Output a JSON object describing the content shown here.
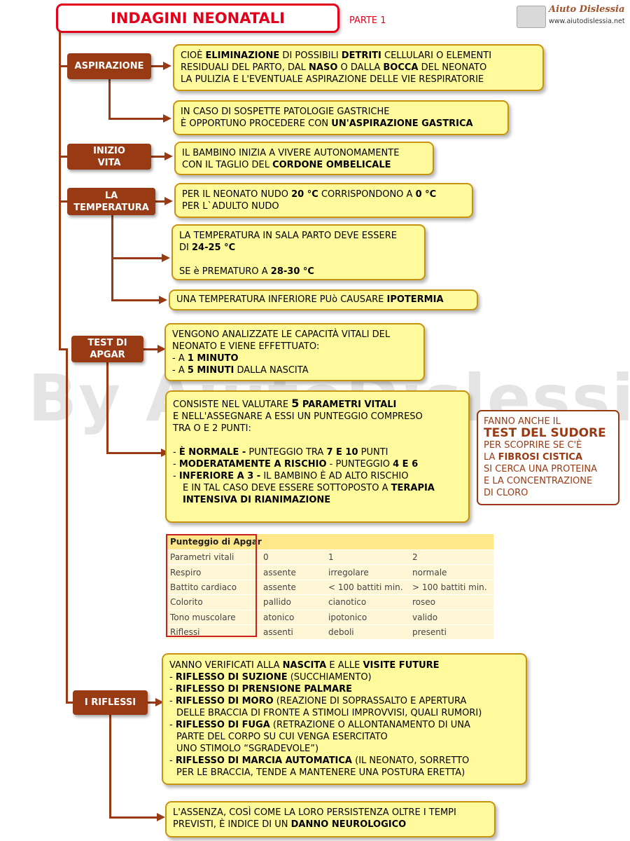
{
  "header": {
    "title": "INDAGINI NEONATALI",
    "part": "PARTE 1"
  },
  "logo": {
    "name": "Aiuto Dislessia",
    "url": "www.aiutodislessia.net"
  },
  "watermark": "By AiutoDislessia.net",
  "topics": {
    "aspirazione": "ASPIRAZIONE",
    "inizio_vita_1": "INIZIO",
    "inizio_vita_2": "VITA",
    "temperatura_1": "LA",
    "temperatura_2": "TEMPERATURA",
    "apgar_1": "TEST DI",
    "apgar_2": "APGAR",
    "riflessi": "I RIFLESSI"
  },
  "aspirazione": {
    "box1": {
      "l1a": "CIOÈ ",
      "l1b": "ELIMINAZIONE",
      "l1c": " DI POSSIBILI ",
      "l1d": "DETRITI",
      "l1e": " CELLULARI O ELEMENTI",
      "l2a": "RESIDUALI DEL PARTO, DAL ",
      "l2b": "NASO",
      "l2c": " O DALLA ",
      "l2d": "BOCCA",
      "l2e": " DEL NEONATO",
      "l3": "LA PULIZIA E L'EVENTUALE ASPIRAZIONE DELLE VIE RESPIRATORIE"
    },
    "box2": {
      "l1": "IN CASO DI SOSPETTE PATOLOGIE GASTRICHE",
      "l2a": "È OPPORTUNO PROCEDERE CON ",
      "l2b": "UN'ASPIRAZIONE GASTRICA"
    }
  },
  "inizio_vita": {
    "l1": "IL BAMBINO INIZIA A VIVERE AUTONOMAMENTE",
    "l2a": "CON IL TAGLIO DEL ",
    "l2b": "CORDONE OMBELICALE"
  },
  "temperatura": {
    "box1": {
      "l1a": "PER IL NEONATO NUDO ",
      "l1b": "20 °C",
      "l1c": " CORRISPONDONO A ",
      "l1d": "0 °C",
      "l2": "PER L`ADULTO NUDO"
    },
    "box2": {
      "l1": "LA TEMPERATURA IN SALA PARTO DEVE ESSERE",
      "l2a": "DI ",
      "l2b": "24-25 °C",
      "l3a": "SE è PREMATURO A ",
      "l3b": "28-30 °C"
    },
    "box3": {
      "l1a": "UNA TEMPERATURA INFERIORE PUò CAUSARE ",
      "l1b": "IPOTERMIA"
    }
  },
  "apgar": {
    "box1": {
      "l1": "VENGONO ANALIZZATE  LE CAPACITÀ VITALI DEL",
      "l2": "NEONATO E VIENE EFFETTUATO:",
      "l3a": "- A ",
      "l3b": "1 MINUTO",
      "l4a": "- A ",
      "l4b": "5 MINUTI",
      "l4c": " DALLA NASCITA"
    },
    "box2": {
      "l1a": "CONSISTE NEL VALUTARE ",
      "l1b": "5",
      "l1c": " PARAMETRI VITALI",
      "l2": "E NELL'ASSEGNARE A ESSI UN PUNTEGGIO COMPRESO",
      "l3": "TRA O E 2 PUNTI:",
      "l4a": "- ",
      "l4b": "È NORMALE -",
      "l4c": " PUNTEGGIO TRA ",
      "l4d": "7 E 10",
      "l4e": " PUNTI",
      "l5a": "- ",
      "l5b": "MODERATAMENTE A RISCHIO",
      "l5c": " - PUNTEGGIO  ",
      "l5d": "4 E 6",
      "l6a": "- ",
      "l6b": "INFERIORE A 3 -",
      "l6c": " IL BAMBINO È AD ALTO RISCHIO",
      "l7a": "E IN TAL CASO DEVE ESSERE SOTTOPOSTO A ",
      "l7b": "TERAPIA",
      "l8": "INTENSIVA DI RIANIMAZIONE"
    },
    "side": {
      "l1": "FANNO ANCHE IL",
      "l2": "TEST DEL SUDORE",
      "l3": "PER SCOPRIRE SE C'È",
      "l4a": "LA ",
      "l4b": "FIBROSI CISTICA",
      "l5": "SI CERCA UNA PROTEINA",
      "l6": "E LA CONCENTRAZIONE",
      "l7": "DI CLORO"
    },
    "table": {
      "title": "Punteggio di Apgar",
      "header": [
        "Parametri vitali",
        "0",
        "1",
        "2"
      ],
      "rows": [
        [
          "Respiro",
          "assente",
          "irregolare",
          "normale"
        ],
        [
          "Battito cardiaco",
          "assente",
          "< 100 battiti min.",
          "> 100 battiti min."
        ],
        [
          "Colorito",
          "pallido",
          "cianotico",
          "roseo"
        ],
        [
          "Tono muscolare",
          "atonico",
          "ipotonico",
          "valido"
        ],
        [
          "Riflessi",
          "assenti",
          "deboli",
          "presenti"
        ]
      ]
    }
  },
  "riflessi": {
    "box1": {
      "l1a": "VANNO VERIFICATI ALLA ",
      "l1b": "NASCITA",
      "l1c": " E ALLE ",
      "l1d": "VISITE FUTURE",
      "l2a": "- ",
      "l2b": "RIFLESSO DI SUZIONE",
      "l2c": " (SUCCHIAMENTO)",
      "l3a": "- ",
      "l3b": "RIFLESSO DI PRENSIONE PALMARE",
      "l4a": "- ",
      "l4b": "RIFLESSO DI MORO",
      "l4c": " (REAZIONE DI SOPRASSALTO E APERTURA",
      "l5": "DELLE BRACCIA DI FRONTE A STIMOLI IMPROVVISI, QUALI RUMORI)",
      "l6a": "- ",
      "l6b": "RIFLESSO DI FUGA",
      "l6c": " (RETRAZIONE O ALLONTANAMENTO DI UNA",
      "l7": "PARTE DEL CORPO SU CUI VENGA ESERCITATO",
      "l8": "UNO STIMOLO “SGRADEVOLE”)",
      "l9a": "- ",
      "l9b": "RIFLESSO DI MARCIA AUTOMATICA",
      "l9c": " (IL NEONATO, SORRETTO",
      "l10": "PER LE BRACCIA, TENDE A MANTENERE UNA POSTURA ERETTA)"
    },
    "box2": {
      "l1": "L'ASSENZA, COSÌ COME LA LORO PERSISTENZA OLTRE I TEMPI",
      "l2a": "PREVISTI, È INDICE DI UN ",
      "l2b": "DANNO NEUROLOGICO"
    }
  }
}
